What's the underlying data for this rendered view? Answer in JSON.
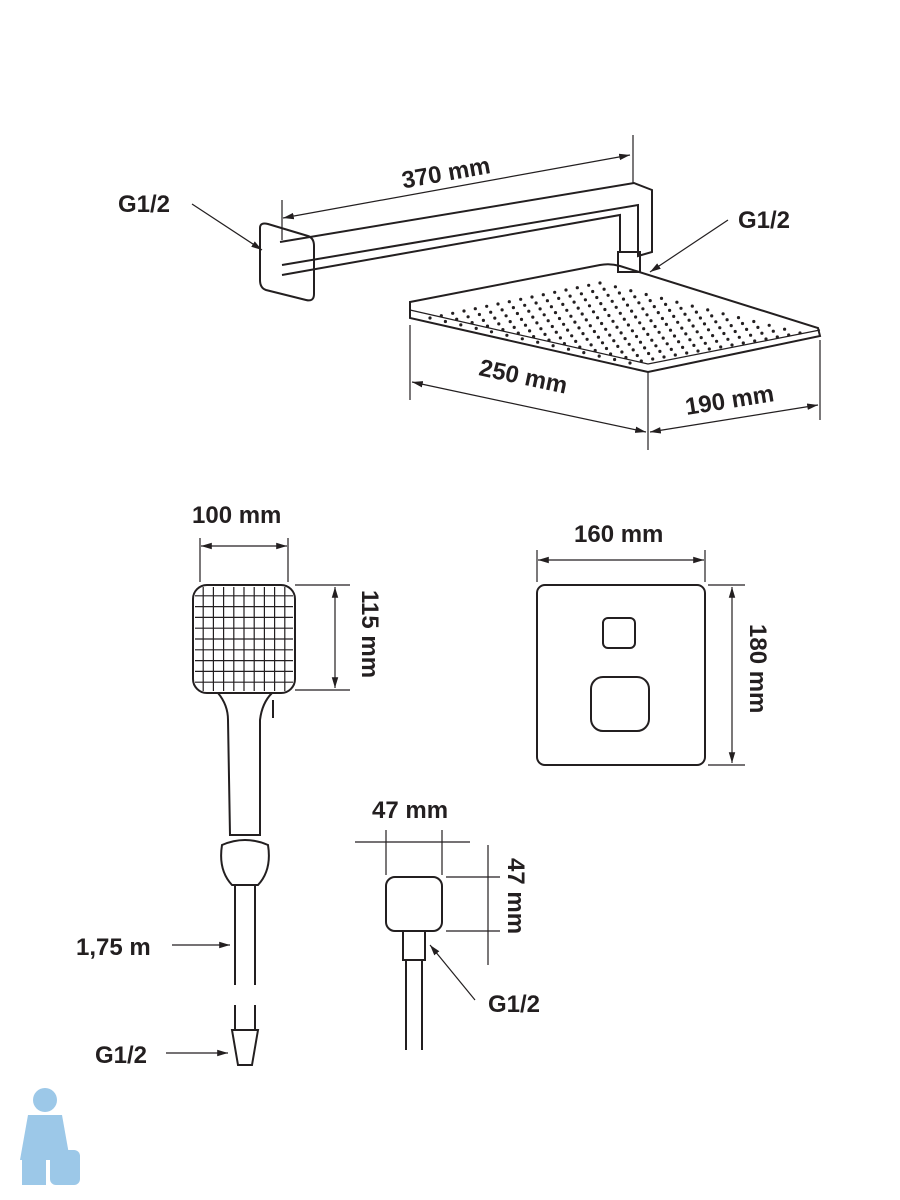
{
  "shower_arm": {
    "length": "370 mm",
    "wall_connection": "G1/2",
    "head_connection": "G1/2"
  },
  "rain_head": {
    "length": "250 mm",
    "width": "190 mm"
  },
  "hand_shower": {
    "width": "100 mm",
    "height": "115 mm",
    "hose_length": "1,75 m",
    "hose_connection": "G1/2"
  },
  "control_plate": {
    "width": "160 mm",
    "height": "180 mm"
  },
  "wall_outlet": {
    "width": "47 mm",
    "height": "47 mm",
    "connection": "G1/2"
  },
  "colors": {
    "line": "#231f20",
    "logo": "#9cc8e8"
  }
}
